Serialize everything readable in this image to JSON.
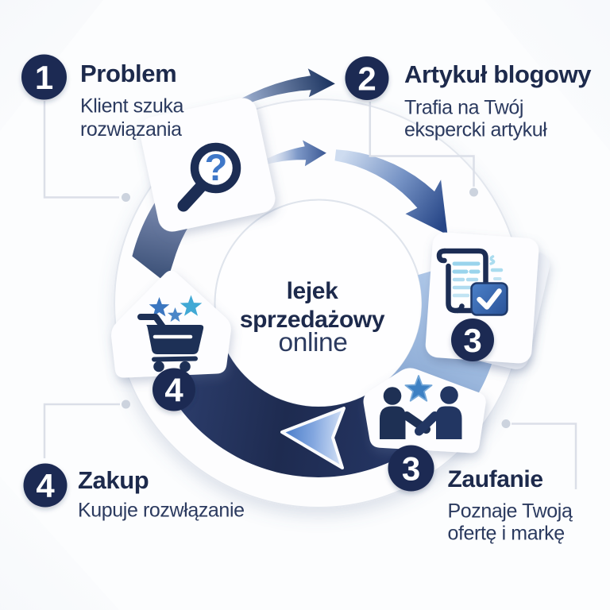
{
  "center": {
    "line1": "lejek",
    "line2": "sprzedażowy",
    "line3": "online"
  },
  "steps": [
    {
      "num": "1",
      "title": "Problem",
      "subtitle": [
        "Klient szuka",
        "rozwiązania"
      ]
    },
    {
      "num": "2",
      "title": "Artykuł blogowy",
      "subtitle": [
        "Trafia na Twój",
        "ekspercki artykuł"
      ]
    },
    {
      "num": "3",
      "title": "Zaufanie",
      "subtitle": [
        "Poznaje Twoją",
        "ofertę i markę"
      ]
    },
    {
      "num": "4",
      "title": "Zakup",
      "subtitle": [
        "Kupuje rozwłązanie"
      ]
    }
  ],
  "ring_badges": {
    "document": "3",
    "cart": "4"
  },
  "icons": {
    "search_glyph": "?",
    "names": [
      "search-icon",
      "document-icon",
      "handshake-icon",
      "cart-icon",
      "star-icon"
    ]
  },
  "colors": {
    "badge_navy": "#1d2c52",
    "title_navy": "#1d2a4c",
    "subtitle_navy": "#2b3a5f",
    "slate_band": "#5a6d96",
    "dark_band": "#1e2b50",
    "light_band": "#b4cae6",
    "arrow_blue": "#2a4a8c",
    "accent_blue": "#4377c5",
    "star_cyan": "#41a9d5",
    "connector_gray": "#dbdfe8"
  }
}
